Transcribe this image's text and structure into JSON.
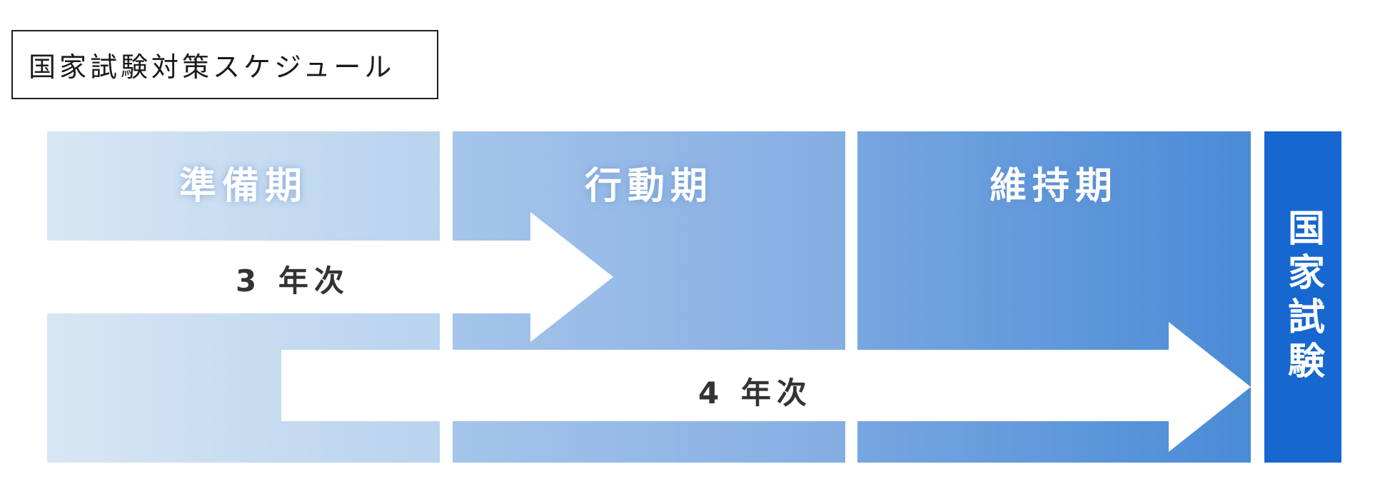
{
  "title": "国家試験対策スケジュール",
  "phases": [
    {
      "label": "準備期"
    },
    {
      "label": "行動期"
    },
    {
      "label": "維持期"
    }
  ],
  "arrows": [
    {
      "label": "3 年次"
    },
    {
      "label": "4 年次"
    }
  ],
  "final_exam": {
    "label": "国家試験"
  },
  "colors": {
    "phase1_start": "#d8e6f4",
    "phase1_end": "#b8d3ee",
    "phase2_start": "#a5c5ea",
    "phase2_end": "#84ade3",
    "phase3_start": "#77a6e0",
    "phase3_end": "#4a8bd6",
    "exam": "#1667cf",
    "arrow": "#ffffff"
  }
}
